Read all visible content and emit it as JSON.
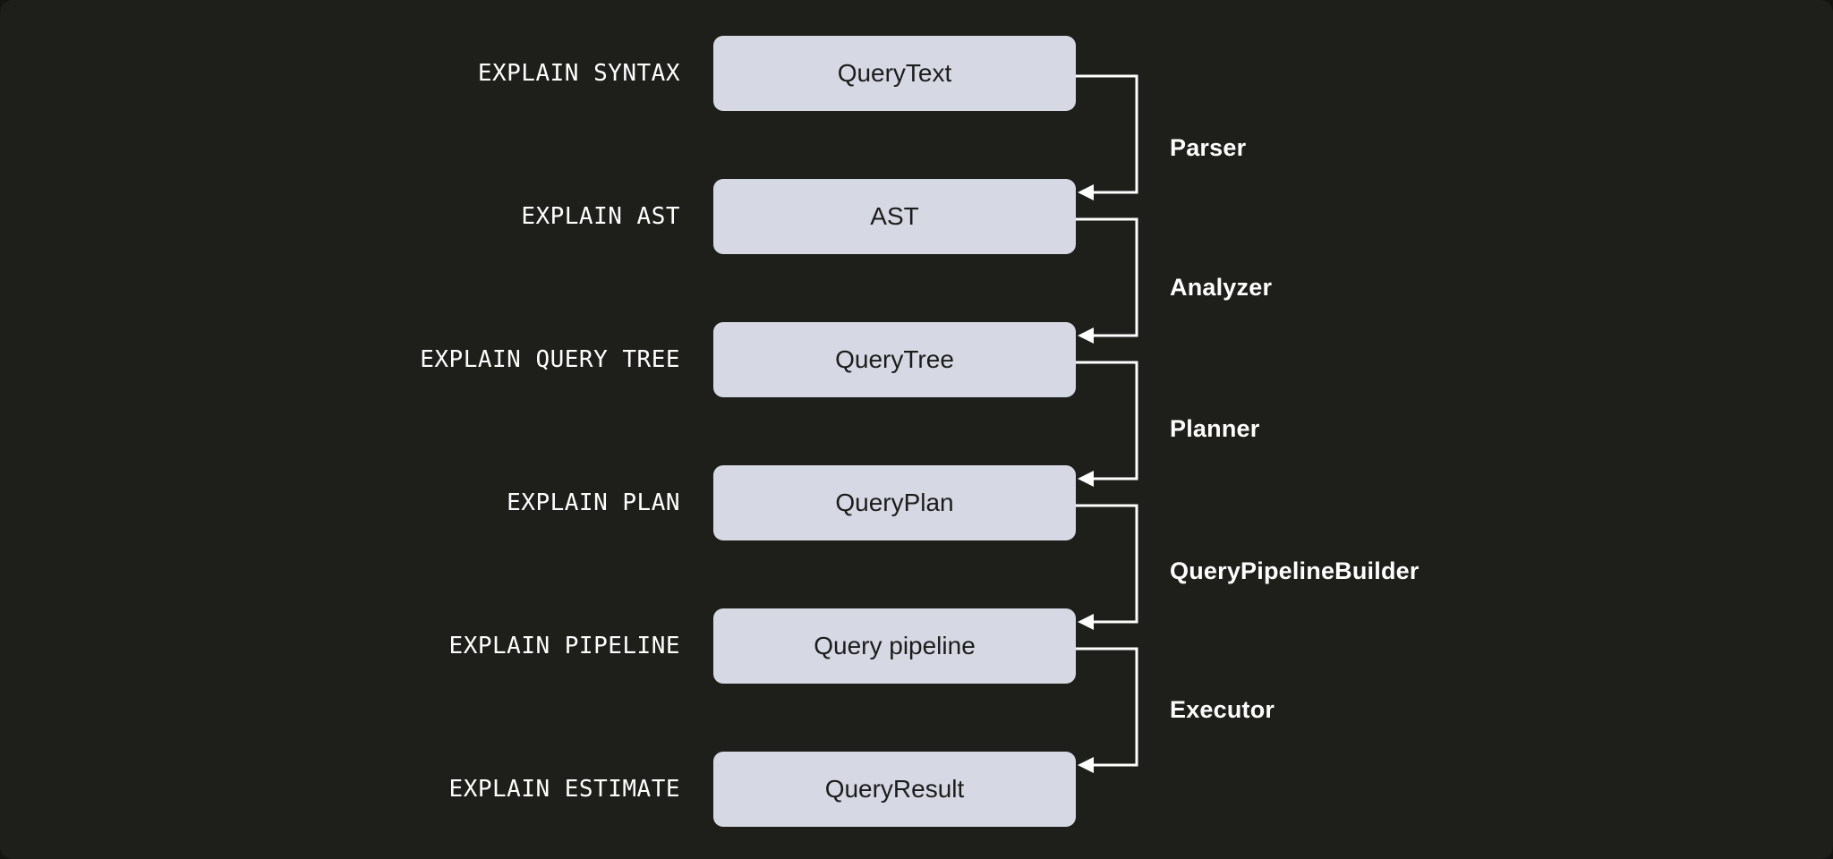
{
  "diagram": {
    "title": "ClickHouse query processing stages",
    "background_color": "#1E1E1B",
    "box_color": "#D6D9E3",
    "box_text_color": "#1C1C1C",
    "label_color": "#FFFFFF",
    "connector_color": "#FFFFFF",
    "rows": [
      {
        "explain": "EXPLAIN SYNTAX",
        "box": "QueryText",
        "component": "Parser"
      },
      {
        "explain": "EXPLAIN AST",
        "box": "AST",
        "component": "Analyzer"
      },
      {
        "explain": "EXPLAIN QUERY TREE",
        "box": "QueryTree",
        "component": "Planner"
      },
      {
        "explain": "EXPLAIN PLAN",
        "box": "QueryPlan",
        "component": "QueryPipelineBuilder"
      },
      {
        "explain": "EXPLAIN PIPELINE",
        "box": "Query pipeline",
        "component": "Executor"
      },
      {
        "explain": "EXPLAIN ESTIMATE",
        "box": "QueryResult",
        "component": null
      }
    ]
  }
}
